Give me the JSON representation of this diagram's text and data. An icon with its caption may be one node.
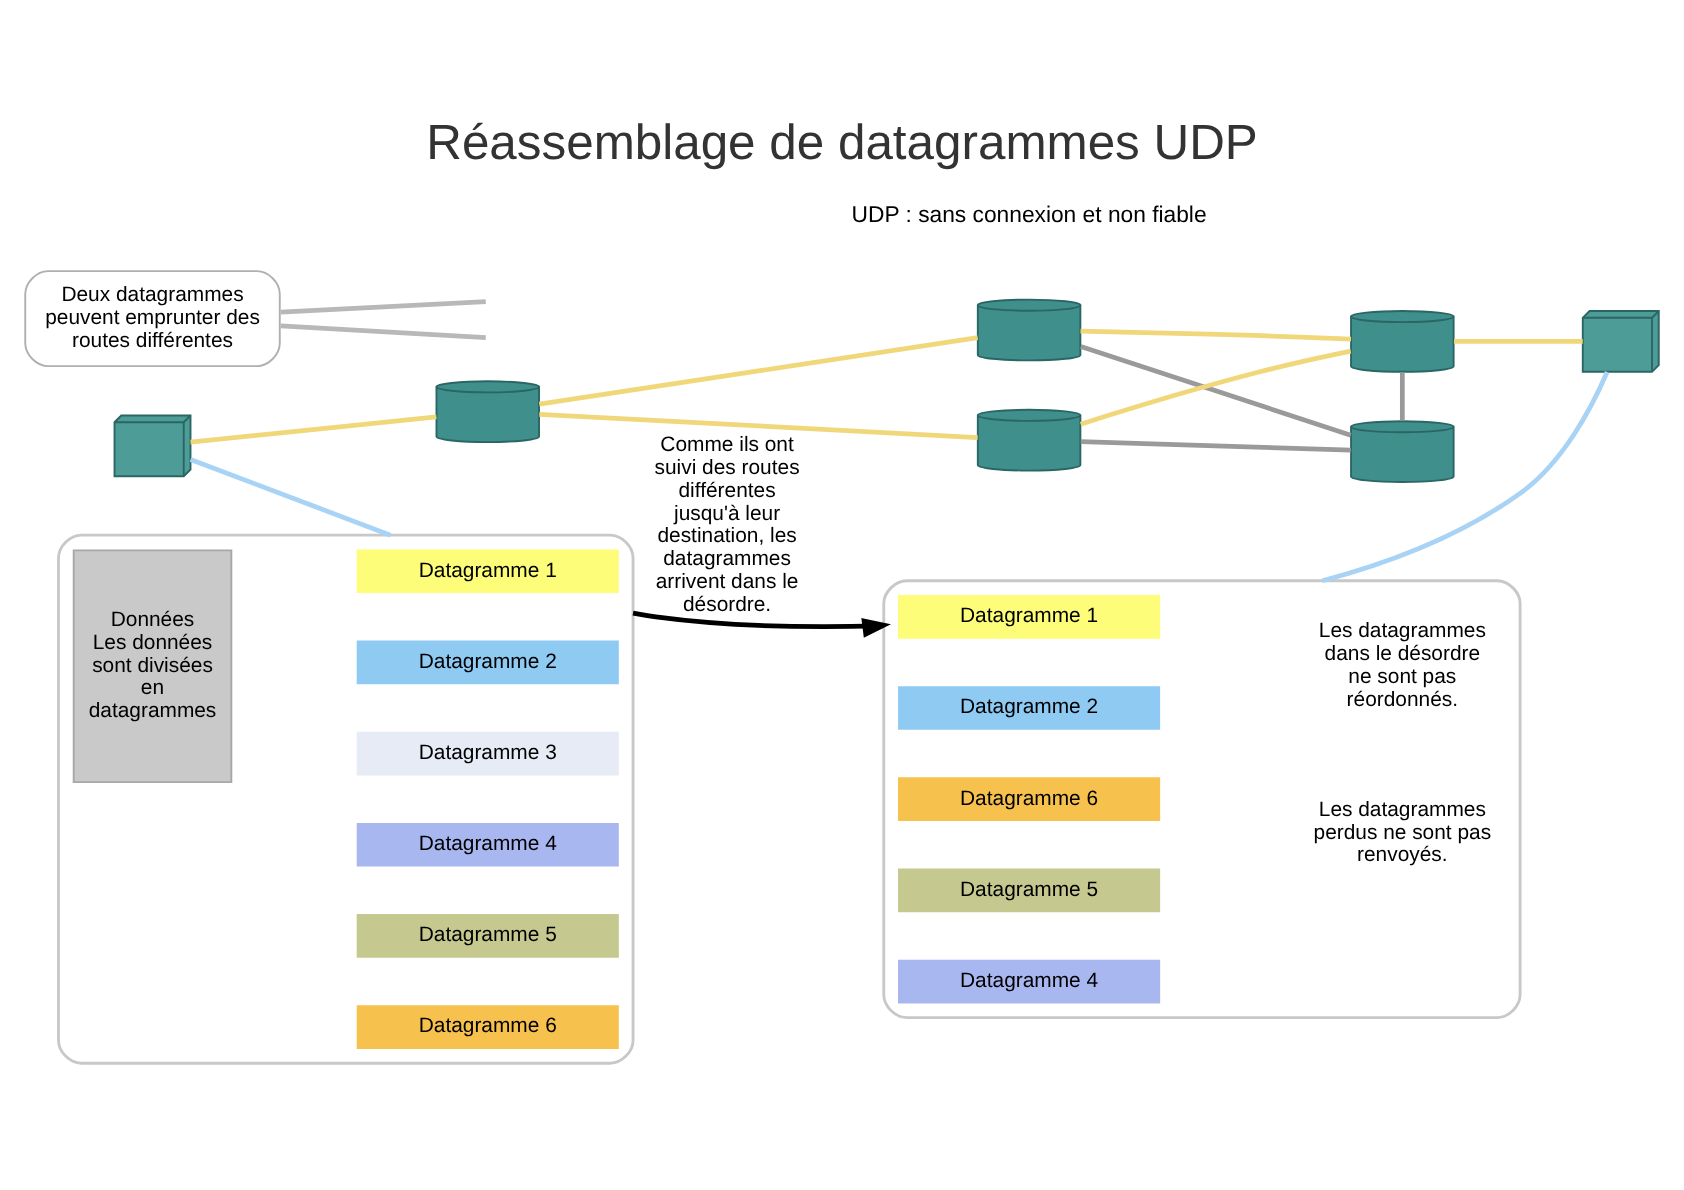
{
  "diagram": {
    "title": "Réassemblage de datagrammes UDP",
    "nodes": [
      {
        "text": [
          "Deux datagrammes peuvent emprunter des routes différentes"
        ]
      },
      {
        "text": [],
        "shape": "picture"
      },
      {
        "text": [],
        "shape": "cylinder"
      },
      {
        "text": [],
        "shape": "cylinder"
      },
      {
        "text": [],
        "shape": "cylinder"
      },
      {
        "text": [],
        "shape": "cylinder"
      },
      {
        "text": [],
        "shape": "cylinder"
      },
      {
        "text": [],
        "shape": "picture"
      },
      {
        "text": [],
        "shape": "box"
      },
      {
        "text": [
          "Données",
          "Les données sont divisées en datagrammes"
        ],
        "in": 8
      },
      {
        "text": [
          "Datagramme 1"
        ],
        "in": 8
      },
      {
        "text": [
          "Datagramme 2"
        ],
        "in": 8
      },
      {
        "text": [
          "Datagramme 3"
        ],
        "in": 8
      },
      {
        "text": [
          "Datagramme 4"
        ],
        "in": 8
      },
      {
        "text": [
          "Datagramme 5"
        ],
        "in": 8
      },
      {
        "text": [
          "Datagramme 6"
        ],
        "in": 8
      },
      {
        "text": [],
        "shape": "box"
      },
      {
        "text": [
          "Datagramme 1"
        ],
        "in": 16
      },
      {
        "text": [
          "Datagramme 2"
        ],
        "in": 16
      },
      {
        "text": [
          "Datagramme 6"
        ],
        "in": 16
      },
      {
        "text": [
          "Datagramme 5"
        ],
        "in": 16
      },
      {
        "text": [
          "Datagramme 4"
        ],
        "in": 16
      }
    ],
    "edges": [
      {
        "from": 1,
        "to": 2,
        "arrow": "none",
        "color": "#f0d87a"
      },
      {
        "from": 2,
        "to": 3,
        "arrow": "none",
        "color": "#f0d87a"
      },
      {
        "from": 2,
        "to": 4,
        "arrow": "none",
        "color": "#f0d87a"
      },
      {
        "from": 3,
        "to": 5,
        "arrow": "none",
        "color": "#f0d87a"
      },
      {
        "from": 4,
        "to": 5,
        "arrow": "none",
        "color": "#f0d87a"
      },
      {
        "from": 5,
        "to": 7,
        "arrow": "none",
        "color": "#f0d87a"
      },
      {
        "from": 3,
        "to": 6,
        "arrow": "none",
        "color": "#9a9a9a"
      },
      {
        "from": 5,
        "to": 6,
        "arrow": "none",
        "color": "#9a9a9a"
      },
      {
        "from": 4,
        "to": 6,
        "arrow": "none",
        "color": "#9a9a9a"
      },
      {
        "from": 0,
        "to": null,
        "arrow": "none",
        "color": "#b8b8b8"
      },
      {
        "from": 0,
        "to": null,
        "arrow": "none",
        "color": "#b8b8b8"
      },
      {
        "from": 1,
        "to": 8,
        "arrow": "none",
        "color": "#a9d3f5"
      },
      {
        "from": 7,
        "to": 16,
        "arrow": "none",
        "color": "#a9d3f5"
      },
      {
        "from": 8,
        "to": 16,
        "arrow": "to",
        "label": "Comme ils ont suivi des routes différentes jusqu'à leur destination, les datagrammes arrivent dans le désordre.",
        "color": "#000000"
      }
    ],
    "labels": [
      "UDP : sans connexion et non fiable",
      "Les datagrammes dans le désordre ne sont pas réordonnés.",
      "Les datagrammes perdus ne sont pas renvoyés."
    ]
  }
}
